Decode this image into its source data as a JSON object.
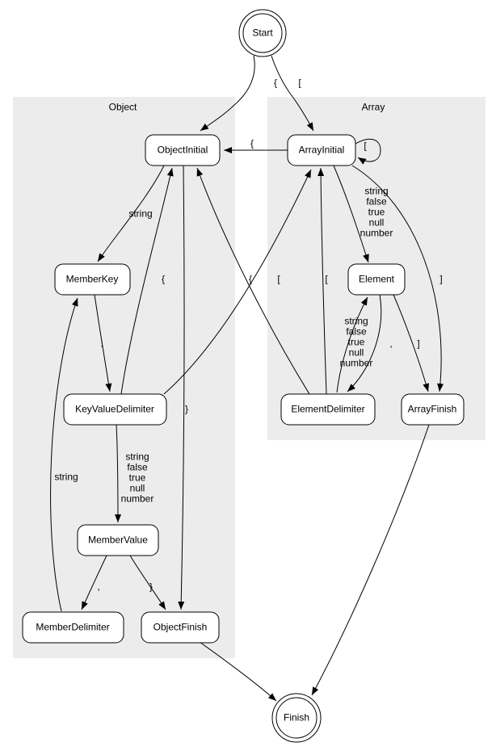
{
  "colors": {
    "background": "#ffffff",
    "cluster_fill": "#ececec",
    "node_fill": "#ffffff",
    "line": "#000000"
  },
  "clusters": {
    "object": {
      "label": "Object"
    },
    "array": {
      "label": "Array"
    }
  },
  "nodes": {
    "start": {
      "label": "Start",
      "shape": "doublecircle"
    },
    "finish": {
      "label": "Finish",
      "shape": "doublecircle"
    },
    "object_initial": {
      "label": "ObjectInitial",
      "shape": "box"
    },
    "array_initial": {
      "label": "ArrayInitial",
      "shape": "box"
    },
    "member_key": {
      "label": "MemberKey",
      "shape": "box"
    },
    "element": {
      "label": "Element",
      "shape": "box"
    },
    "key_value_delimiter": {
      "label": "KeyValueDelimiter",
      "shape": "box"
    },
    "element_delimiter": {
      "label": "ElementDelimiter",
      "shape": "box"
    },
    "array_finish": {
      "label": "ArrayFinish",
      "shape": "box"
    },
    "member_value": {
      "label": "MemberValue",
      "shape": "box"
    },
    "member_delimiter": {
      "label": "MemberDelimiter",
      "shape": "box"
    },
    "object_finish": {
      "label": "ObjectFinish",
      "shape": "box"
    }
  },
  "edges": [
    {
      "from": "Start",
      "to": "ObjectInitial",
      "label": "{"
    },
    {
      "from": "Start",
      "to": "ArrayInitial",
      "label": "["
    },
    {
      "from": "ArrayInitial",
      "to": "ObjectInitial",
      "label": "{"
    },
    {
      "from": "ArrayInitial",
      "to": "ArrayInitial",
      "label": "["
    },
    {
      "from": "ObjectInitial",
      "to": "MemberKey",
      "label": "string"
    },
    {
      "from": "MemberKey",
      "to": "KeyValueDelimiter",
      "label": ":"
    },
    {
      "from": "MemberDelimiter",
      "to": "MemberKey",
      "label": "string"
    },
    {
      "from": "KeyValueDelimiter",
      "to": "MemberValue",
      "label": "string\nfalse\ntrue\nnull\nnumber"
    },
    {
      "from": "MemberValue",
      "to": "MemberDelimiter",
      "label": ","
    },
    {
      "from": "MemberValue",
      "to": "ObjectFinish",
      "label": "}"
    },
    {
      "from": "ObjectInitial",
      "to": "ObjectFinish",
      "label": "}"
    },
    {
      "from": "KeyValueDelimiter",
      "to": "ObjectInitial",
      "label": "{"
    },
    {
      "from": "ObjectFinish",
      "to": "Finish",
      "label": ""
    },
    {
      "from": "ArrayInitial",
      "to": "Element",
      "label": "string\nfalse\ntrue\nnull\nnumber"
    },
    {
      "from": "Element",
      "to": "ElementDelimiter",
      "label": ","
    },
    {
      "from": "ElementDelimiter",
      "to": "Element",
      "label": "string\nfalse\ntrue\nnull\nnumber"
    },
    {
      "from": "Element",
      "to": "ArrayFinish",
      "label": "]"
    },
    {
      "from": "ElementDelimiter",
      "to": "ArrayInitial",
      "label": "["
    },
    {
      "from": "ArrayInitial",
      "to": "ArrayFinish",
      "label": "]"
    },
    {
      "from": "ElementDelimiter",
      "to": "ObjectInitial",
      "label": "{"
    },
    {
      "from": "KeyValueDelimiter",
      "to": "ArrayInitial",
      "label": "["
    },
    {
      "from": "ArrayFinish",
      "to": "Finish",
      "label": ""
    }
  ]
}
